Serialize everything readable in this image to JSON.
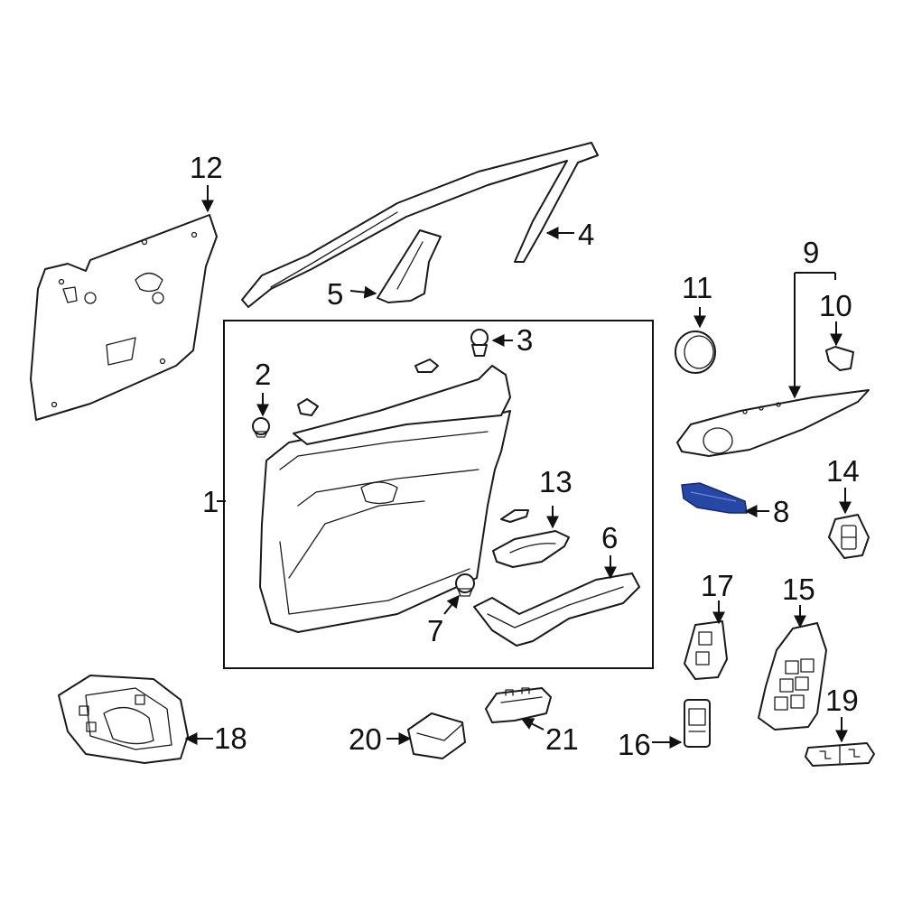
{
  "colors": {
    "line": "#1a1a1a",
    "highlight": "#2747a6",
    "background": "#ffffff"
  },
  "callouts": {
    "c1": "1",
    "c2": "2",
    "c3": "3",
    "c4": "4",
    "c5": "5",
    "c6": "6",
    "c7": "7",
    "c8": "8",
    "c9": "9",
    "c10": "10",
    "c11": "11",
    "c12": "12",
    "c13": "13",
    "c14": "14",
    "c15": "15",
    "c16": "16",
    "c17": "17",
    "c18": "18",
    "c19": "19",
    "c20": "20",
    "c21": "21"
  },
  "highlighted_part": "8"
}
